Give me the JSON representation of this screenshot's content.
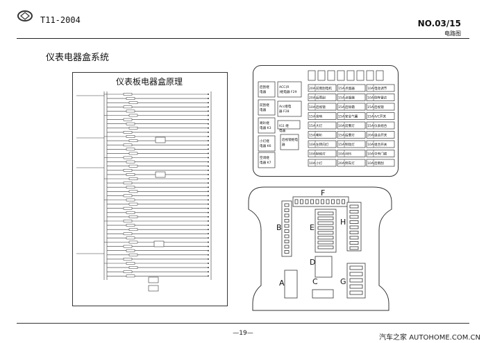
{
  "header": {
    "model": "T11-2004",
    "page_no": "NO.03/15",
    "subtitle": "电路图"
  },
  "section_title": "仪表电器盒系统",
  "schematic": {
    "title": "仪表板电器盒原理"
  },
  "fuse_box": {
    "relays": [
      "后刮继电器",
      "前刮继电器",
      "喇叭继电器 K3",
      "小灯继电器 K6",
      "空调继电器 K7"
    ],
    "relays_mid": [
      "ACC(R)继电器 F29",
      "Acc继电器 F28",
      "IG1 继电器",
      "后视镜继电器"
    ],
    "fuse_cells": [
      [
        "20A",
        "前雨刮电机",
        "15A",
        "点烟器",
        "10A",
        "电动调节"
      ],
      [
        "20A",
        "后雨刮",
        "15A",
        "点烟器",
        "10A",
        "倒车雷达"
      ],
      [
        "10A",
        "后视镜",
        "15A",
        "后除霜",
        "15A",
        "后视镜"
      ],
      [
        "15A",
        "音响",
        "15A",
        "安全气囊",
        "15A",
        "A/C开关"
      ],
      [
        "15A",
        "大灯",
        "10A",
        "前雾灯",
        "15A",
        "仪表组合"
      ],
      [
        "15A",
        "喇叭",
        "15A",
        "后雾灯",
        "20A",
        "组合开关"
      ],
      [
        "10A",
        "左转向灯",
        "15A",
        "制动灯",
        "10A",
        "组合开关"
      ],
      [
        "10A",
        "制动灯",
        "10A",
        "ABS",
        "10A",
        "中央门锁"
      ],
      [
        "10A",
        "小灯",
        "20A",
        "倒车灯",
        "10A",
        "后雨刮"
      ]
    ]
  },
  "connector_labels": [
    "A",
    "B",
    "C",
    "D",
    "E",
    "F",
    "G",
    "H"
  ],
  "footer": {
    "page": "—19—",
    "watermark": "汽车之家 AUTOHOME.COM.CN"
  }
}
